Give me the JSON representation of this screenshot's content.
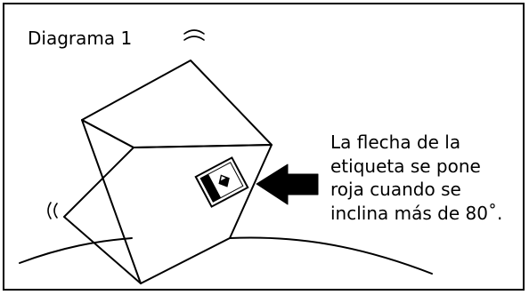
{
  "diagram": {
    "title": "Diagrama 1",
    "caption_lines": [
      "La flecha de la",
      "etiqueta se pone",
      "roja cuando se",
      "inclina más de 80˚."
    ],
    "colors": {
      "ink": "#000000",
      "background": "#ffffff"
    }
  }
}
